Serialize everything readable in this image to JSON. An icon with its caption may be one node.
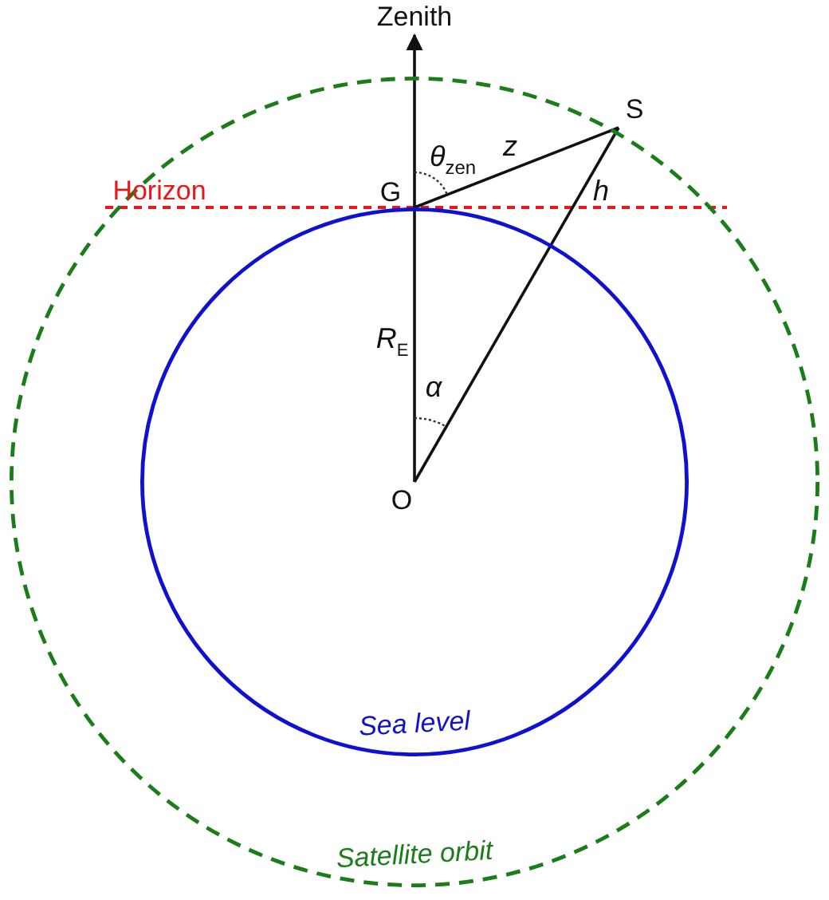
{
  "diagram": {
    "nodes": [
      {
        "text": [
          "Satellite orbit"
        ]
      },
      {
        "text": [
          "Sea level"
        ],
        "in": 0
      },
      {
        "text": [
          "Zenith"
        ]
      },
      {
        "text": [
          "G"
        ],
        "in": 0
      },
      {
        "text": [
          "S"
        ]
      },
      {
        "text": [
          "O"
        ],
        "in": 1
      }
    ],
    "edges": [
      {
        "from": 5,
        "to": 3,
        "arrow": "none",
        "label": "*R*$_{E}$"
      },
      {
        "from": 3,
        "to": 2,
        "arrow": "to"
      },
      {
        "from": 3,
        "to": 4,
        "arrow": "none",
        "label": "z"
      },
      {
        "from": 5,
        "to": 4,
        "arrow": "none",
        "label": "h"
      }
    ],
    "labels": [
      "Horizon",
      "*θ*$_{zen}$",
      "*α*"
    ]
  }
}
